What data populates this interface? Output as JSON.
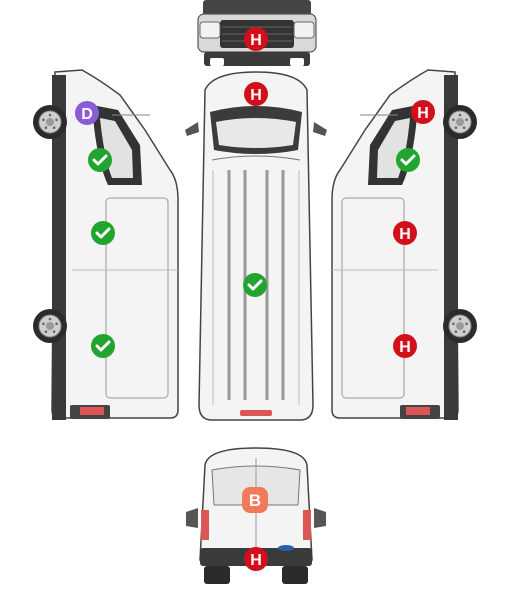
{
  "diagram": {
    "views": [
      "front",
      "left-side",
      "top",
      "right-side",
      "rear"
    ]
  },
  "markers": [
    {
      "view": "front",
      "kind": "letter",
      "label": "H",
      "color": "#d1101c"
    },
    {
      "view": "top-front",
      "kind": "letter",
      "label": "H",
      "color": "#d1101c"
    },
    {
      "view": "left-front",
      "kind": "letter",
      "label": "D",
      "color": "#8b5cd6"
    },
    {
      "view": "left-upper",
      "kind": "check",
      "label": "",
      "color": "#22a52f"
    },
    {
      "view": "left-middle",
      "kind": "check",
      "label": "",
      "color": "#22a52f"
    },
    {
      "view": "left-lower",
      "kind": "check",
      "label": "",
      "color": "#22a52f"
    },
    {
      "view": "roof",
      "kind": "check",
      "label": "",
      "color": "#22a52f"
    },
    {
      "view": "right-front",
      "kind": "letter",
      "label": "H",
      "color": "#d1101c"
    },
    {
      "view": "right-upper",
      "kind": "check",
      "label": "",
      "color": "#22a52f"
    },
    {
      "view": "right-middle",
      "kind": "letter",
      "label": "H",
      "color": "#d1101c"
    },
    {
      "view": "right-lower",
      "kind": "letter",
      "label": "H",
      "color": "#d1101c"
    },
    {
      "view": "rear-door",
      "kind": "letter",
      "label": "B",
      "color": "#f07a5a"
    },
    {
      "view": "rear-bumper",
      "kind": "letter",
      "label": "H",
      "color": "#d1101c"
    }
  ]
}
